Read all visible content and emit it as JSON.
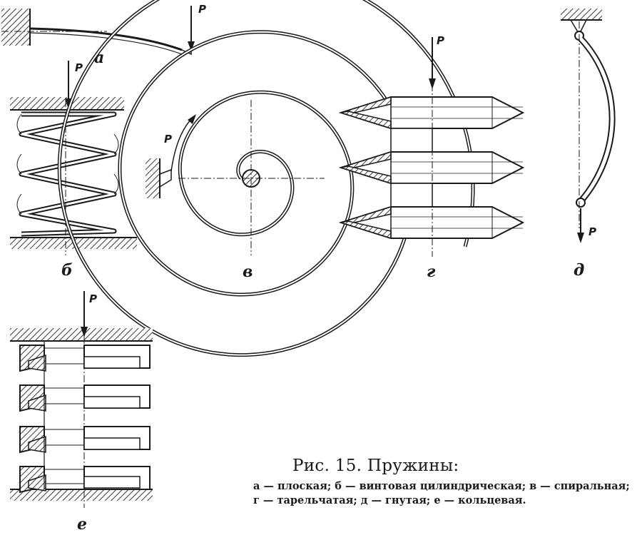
{
  "figure": {
    "force_label": "P",
    "panels": [
      {
        "id": "a",
        "label": "а"
      },
      {
        "id": "b",
        "label": "б"
      },
      {
        "id": "v",
        "label": "в"
      },
      {
        "id": "g",
        "label": "г"
      },
      {
        "id": "d",
        "label": "д"
      },
      {
        "id": "e",
        "label": "е"
      }
    ]
  },
  "caption": {
    "title": "Рис. 15. Пружины:",
    "text": "а — плоская; б — винтовая цилиндрическая; в — спиральная; г — тарельчатая; д — гнутая; е — кольцевая."
  },
  "colors": {
    "ink": "#1a1a1a",
    "background": "#ffffff",
    "hatch": "#3a3a3a"
  }
}
